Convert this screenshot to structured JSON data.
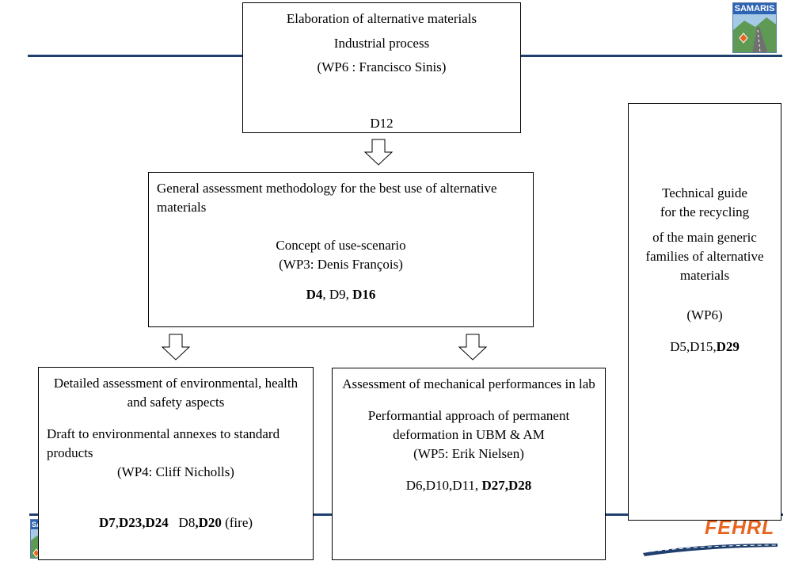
{
  "logos": {
    "samaris_text": "SAMARIS",
    "samaris_mini_text": "SA",
    "fehrl_text": "FEHRL"
  },
  "boxes": {
    "top": {
      "line1": "Elaboration of alternative materials",
      "line2": "Industrial process",
      "line3": "(WP6 : Francisco Sinis)",
      "deliverables": "D12"
    },
    "middle": {
      "title": "General assessment methodology for  the best use of alternative materials",
      "line2": "Concept of use-scenario",
      "line3": "(WP3: Denis François)",
      "deliverables": [
        {
          "text": "D4",
          "bold": true
        },
        {
          "text": ", D9, ",
          "bold": false
        },
        {
          "text": "D16",
          "bold": true
        }
      ]
    },
    "left": {
      "title": "Detailed assessment of environmental, health and safety aspects",
      "line2": "Draft to environmental annexes to standard products",
      "line3": "(WP4: Cliff Nicholls)",
      "deliverables": [
        {
          "text": "D7",
          "bold": true
        },
        {
          "text": ",",
          "bold": false
        },
        {
          "text": "D23,D24",
          "bold": true
        },
        {
          "text": "   D8",
          "bold": false
        },
        {
          "text": ",D20",
          "bold": true
        },
        {
          "text": " (fire)",
          "bold": false
        }
      ]
    },
    "center": {
      "title": "Assessment of mechanical performances in lab",
      "line2": "Performantial approach  of permanent deformation in UBM & AM",
      "line3": "(WP5: Erik Nielsen)",
      "deliverables": [
        {
          "text": "D6,D10,D11, ",
          "bold": false
        },
        {
          "text": "D27,D28",
          "bold": true
        }
      ]
    },
    "right": {
      "line1": "Technical guide",
      "line2": "for the recycling",
      "line3": "of the main generic families of alternative materials",
      "line4": "(WP6)",
      "deliverables": [
        {
          "text": "D5,D15,",
          "bold": false
        },
        {
          "text": "D29",
          "bold": true
        }
      ]
    }
  },
  "colors": {
    "rule_line": "#1f3f6e",
    "fehrl_orange": "#e8641e",
    "samaris_blue": "#2d63b3"
  }
}
